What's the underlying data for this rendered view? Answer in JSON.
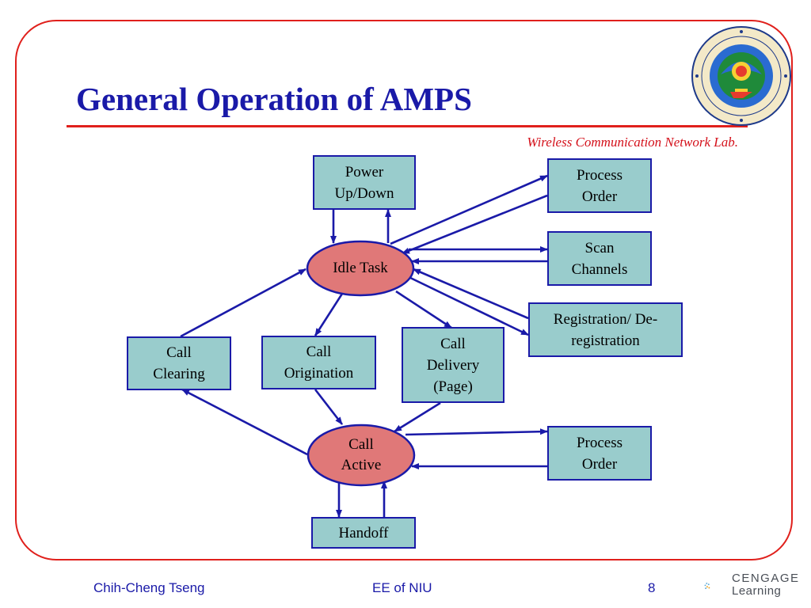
{
  "slide": {
    "title": "General Operation of AMPS",
    "lab_label": "Wireless Communication Network Lab.",
    "footer_author": "Chih-Cheng Tseng",
    "footer_dept": "EE of NIU",
    "page_number": "8",
    "publisher_top": "CENGAGE",
    "publisher_bottom": "Learning"
  },
  "colors": {
    "title": "#1a1aa8",
    "frame": "#e0201c",
    "lab_label": "#d4101a",
    "box_fill": "#99cccc",
    "box_border": "#1a1aa8",
    "oval_fill": "#e07878",
    "arrow": "#1a1aa8"
  },
  "diagram": {
    "nodes": {
      "power": "Power\nUp/Down",
      "process_order_top": "Process\nOrder",
      "idle_task": "Idle Task",
      "scan_channels": "Scan\nChannels",
      "registration": "Registration/ De-\nregistration",
      "call_clearing": "Call\nClearing",
      "call_origination": "Call\nOrigination",
      "call_delivery": "Call\nDelivery\n(Page)",
      "call_active": "Call\nActive",
      "process_order_bottom": "Process\nOrder",
      "handoff": "Handoff"
    },
    "edges": [
      {
        "from": "idle_task",
        "to": "power"
      },
      {
        "from": "power",
        "to": "idle_task"
      },
      {
        "from": "idle_task",
        "to": "process_order_top"
      },
      {
        "from": "process_order_top",
        "to": "idle_task"
      },
      {
        "from": "idle_task",
        "to": "scan_channels"
      },
      {
        "from": "scan_channels",
        "to": "idle_task"
      },
      {
        "from": "idle_task",
        "to": "registration"
      },
      {
        "from": "registration",
        "to": "idle_task"
      },
      {
        "from": "idle_task",
        "to": "call_origination"
      },
      {
        "from": "idle_task",
        "to": "call_delivery"
      },
      {
        "from": "call_clearing",
        "to": "idle_task"
      },
      {
        "from": "call_origination",
        "to": "call_active"
      },
      {
        "from": "call_delivery",
        "to": "call_active"
      },
      {
        "from": "call_active",
        "to": "call_clearing"
      },
      {
        "from": "call_active",
        "to": "process_order_bottom"
      },
      {
        "from": "process_order_bottom",
        "to": "call_active"
      },
      {
        "from": "call_active",
        "to": "handoff"
      },
      {
        "from": "handoff",
        "to": "call_active"
      }
    ]
  }
}
